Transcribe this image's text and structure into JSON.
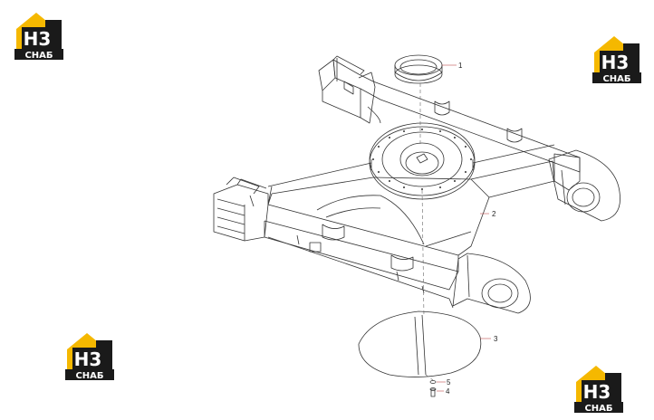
{
  "logos": [
    {
      "id": "top-left",
      "mark": "H3",
      "word": "СНАБ"
    },
    {
      "id": "top-right",
      "mark": "H3",
      "word": "СНАБ"
    },
    {
      "id": "bottom-left",
      "mark": "H3",
      "word": "СНАБ"
    },
    {
      "id": "bottom-right",
      "mark": "H3",
      "word": "СНАБ"
    }
  ],
  "colors": {
    "brand_yellow": "#f5b800",
    "brand_dark": "#1a1a1a",
    "line": "#333333",
    "callout_line": "#c05050"
  },
  "callouts": [
    {
      "number": "1",
      "part": "rotary joint seal ring"
    },
    {
      "number": "2",
      "part": "lower frame"
    },
    {
      "number": "3",
      "part": "under cover"
    },
    {
      "number": "5",
      "part": "washer"
    },
    {
      "number": "4",
      "part": "bolt"
    }
  ]
}
